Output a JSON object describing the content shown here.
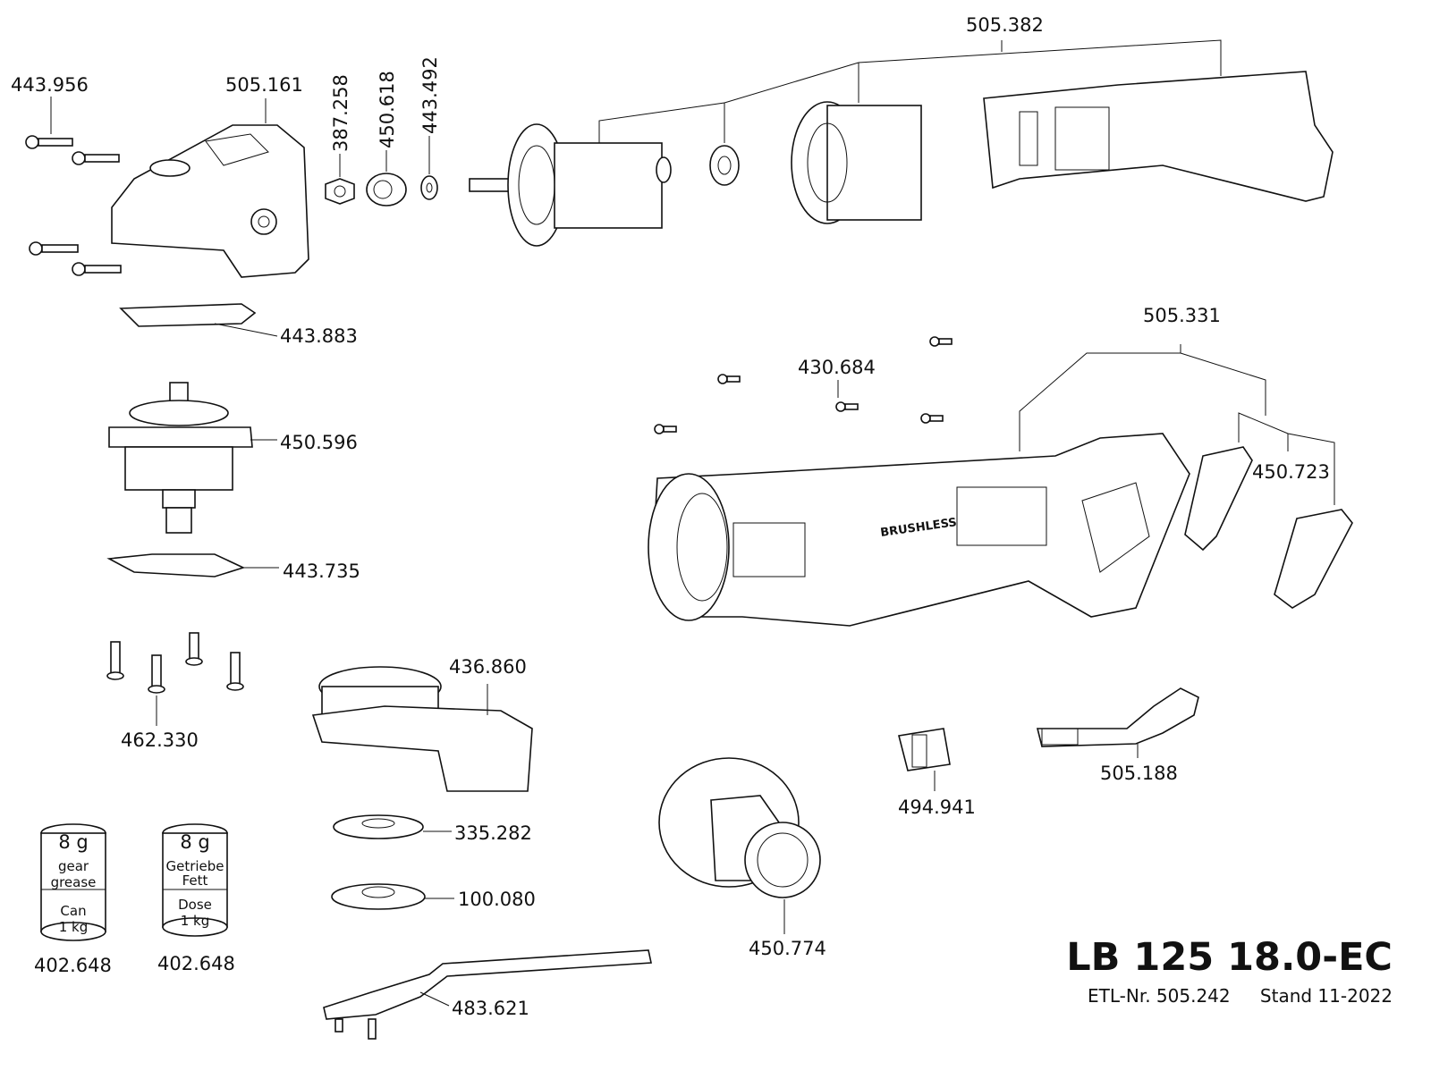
{
  "title": "LB 125 18.0-EC",
  "etl": "ETL-Nr. 505.242",
  "stand": "Stand 11-2022",
  "labels": {
    "p443956": "443.956",
    "p505161": "505.161",
    "p387258": "387.258",
    "p450618": "450.618",
    "p443492": "443.492",
    "p505382": "505.382",
    "p443883": "443.883",
    "p450596": "450.596",
    "p443735": "443.735",
    "p462330": "462.330",
    "p436860": "436.860",
    "p335282": "335.282",
    "p100080": "100.080",
    "p483621": "483.621",
    "p450774": "450.774",
    "p505331": "505.331",
    "p430684": "430.684",
    "p450723": "450.723",
    "p494941": "494.941",
    "p505188": "505.188",
    "p402648a": "402.648",
    "p402648b": "402.648"
  },
  "cans": {
    "left": {
      "weight": "8 g",
      "line1": "gear",
      "line2": "grease",
      "line3": "Can",
      "line4": "1 kg"
    },
    "right": {
      "weight": "8 g",
      "line1": "Getriebe",
      "line2": "Fett",
      "line3": "Dose",
      "line4": "1 kg"
    }
  },
  "housing_print": "BRUSHLESS"
}
